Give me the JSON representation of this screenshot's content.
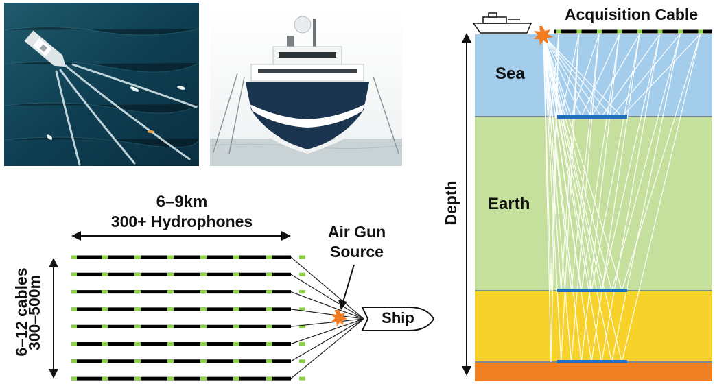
{
  "streamer_diagram": {
    "length_label": "6–9km",
    "hydrophones_label": "300+ Hydrophones",
    "cables_label": "6–12 cables",
    "spread_label": "300–500m",
    "source_label_line1": "Air Gun",
    "source_label_line2": "Source",
    "ship_label": "Ship",
    "cable_count": 8
  },
  "cross_section": {
    "title": "Acquisition Cable",
    "depth_label": "Depth",
    "layers": [
      {
        "name": "Sea",
        "color": "#a3cdea"
      },
      {
        "name": "Earth",
        "color": "#c5df9c"
      },
      {
        "name": "",
        "color": "#f6d22a"
      },
      {
        "name": "",
        "color": "#f07f22"
      }
    ]
  },
  "colors": {
    "cable_black": "#000000",
    "hydrophone_green": "#8ed24a",
    "reflector_blue": "#1f6fc2",
    "source_orange": "#f47c20"
  }
}
